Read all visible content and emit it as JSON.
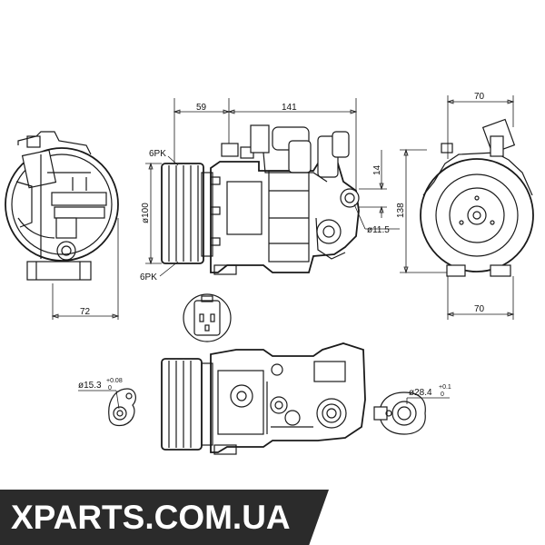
{
  "dimensions": {
    "left_width": "72",
    "top_59": "59",
    "top_141": "141",
    "pulley_dia": "ø100",
    "belt_top": "6PK",
    "belt_bottom": "6PK",
    "height_14": "14",
    "hole_dia": "ø11.5",
    "right_top_70": "70",
    "right_height": "138",
    "right_bottom_70": "70",
    "fitting_left_dia": "ø15.3",
    "fitting_left_tol_upper": "+0.08",
    "fitting_left_tol_lower": "0",
    "fitting_right_dia": "ø28.4",
    "fitting_right_tol_upper": "+0.1",
    "fitting_right_tol_lower": "0"
  },
  "watermark": "XPARTS.COM.UA"
}
